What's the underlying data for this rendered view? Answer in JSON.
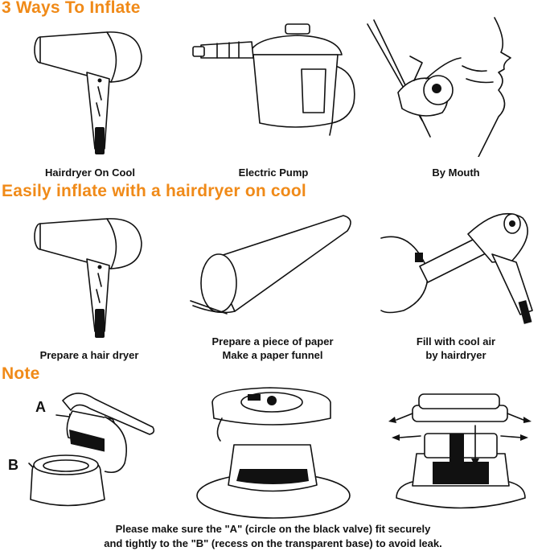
{
  "sections": {
    "ways_title": "3 Ways To Inflate",
    "hairdryer_title": "Easily inflate with a hairdryer on cool",
    "note_title": "Note"
  },
  "ways": [
    {
      "caption": "Hairdryer On Cool",
      "icon": "hairdryer-icon"
    },
    {
      "caption": "Electric Pump",
      "icon": "electric-pump-icon"
    },
    {
      "caption": "By Mouth",
      "icon": "mouth-inflate-icon"
    }
  ],
  "steps": [
    {
      "line1": "Prepare a hair dryer",
      "line2": "",
      "icon": "hairdryer-icon"
    },
    {
      "line1": "Prepare a piece of paper",
      "line2": "Make a paper funnel",
      "icon": "paper-funnel-icon"
    },
    {
      "line1": "Fill with cool air",
      "line2": "by hairdryer",
      "icon": "hairdryer-filling-icon"
    }
  ],
  "note": {
    "label_a": "A",
    "label_b": "B",
    "footer_line1": "Please make sure the \"A\" (circle on the black valve) fit securely",
    "footer_line2": "and tightly to the \"B\" (recess on the transparent base) to avoid leak."
  },
  "colors": {
    "accent": "#f08a18",
    "ink": "#111111",
    "background": "#ffffff"
  }
}
